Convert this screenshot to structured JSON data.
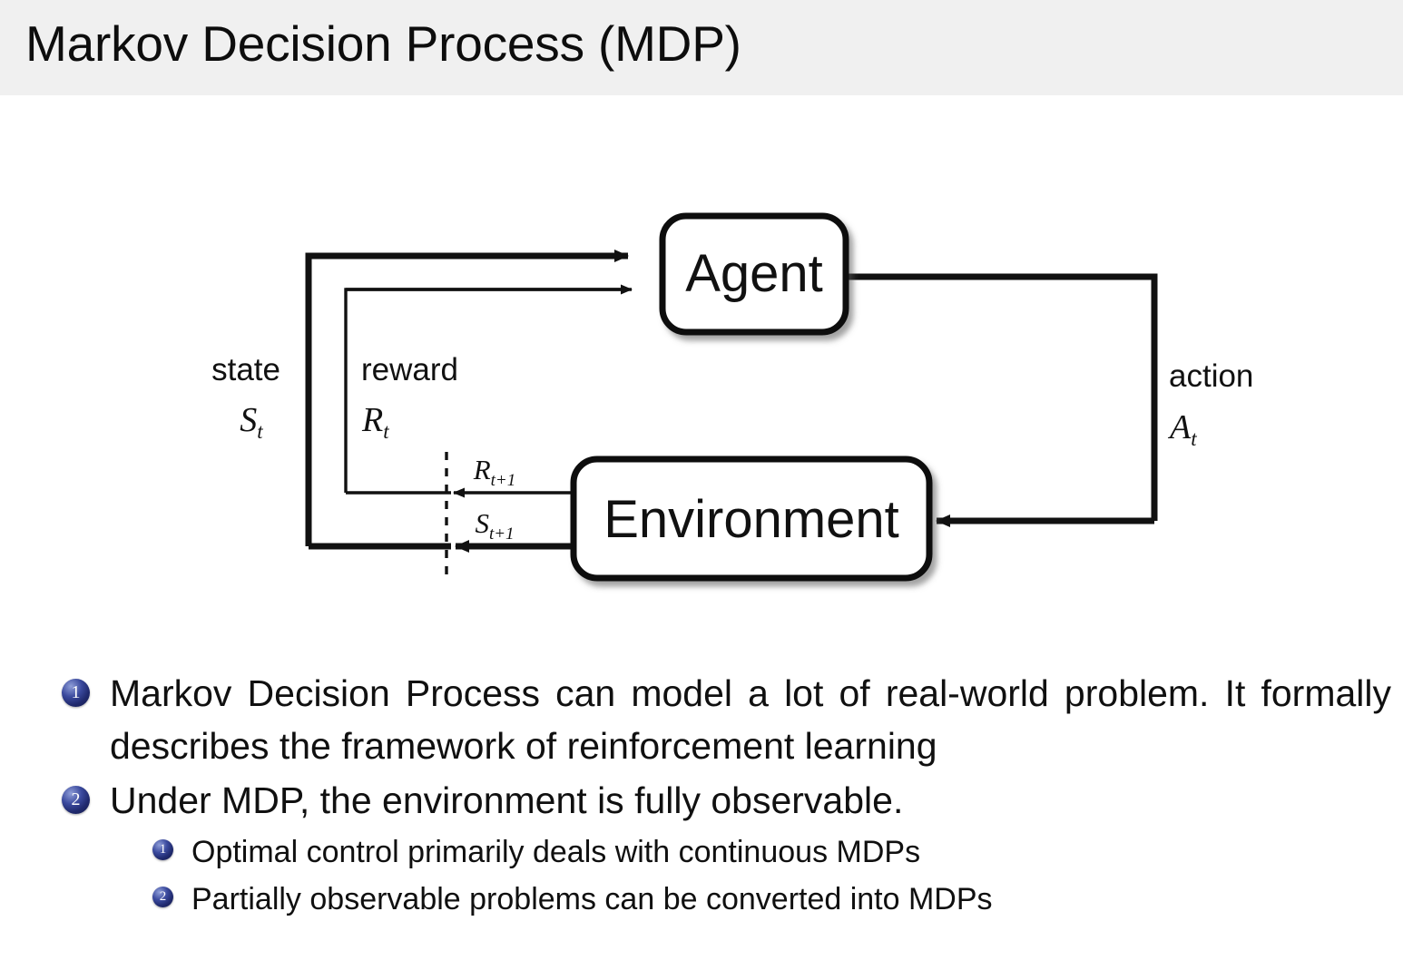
{
  "header": {
    "title": "Markov Decision Process (MDP)",
    "band_color": "#f0f0f0"
  },
  "diagram": {
    "name": "agent-environment-interaction-loop",
    "boxes": {
      "agent": "Agent",
      "environment": "Environment"
    },
    "labels": {
      "state_word": "state",
      "state_symbol": "S",
      "state_subscript": "t",
      "reward_word": "reward",
      "reward_symbol": "R",
      "reward_subscript": "t",
      "action_word": "action",
      "action_symbol": "A",
      "action_subscript": "t",
      "next_reward_symbol": "R",
      "next_reward_subscript": "t+1",
      "next_state_symbol": "S",
      "next_state_subscript": "t+1"
    },
    "stroke_color": "#111111"
  },
  "bullets": [
    {
      "marker": "1",
      "level": 1,
      "text": "Markov Decision Process can model a lot of real-world problem. It formally describes the framework of reinforcement learning"
    },
    {
      "marker": "2",
      "level": 1,
      "text": "Under MDP, the environment is fully observable."
    },
    {
      "marker": "1",
      "level": 2,
      "text": "Optimal control primarily deals with continuous MDPs"
    },
    {
      "marker": "2",
      "level": 2,
      "text": "Partially observable problems can be converted into MDPs"
    }
  ],
  "colors": {
    "badge_navy": "#202a6e",
    "text": "#101010",
    "page_background": "#ffffff"
  }
}
